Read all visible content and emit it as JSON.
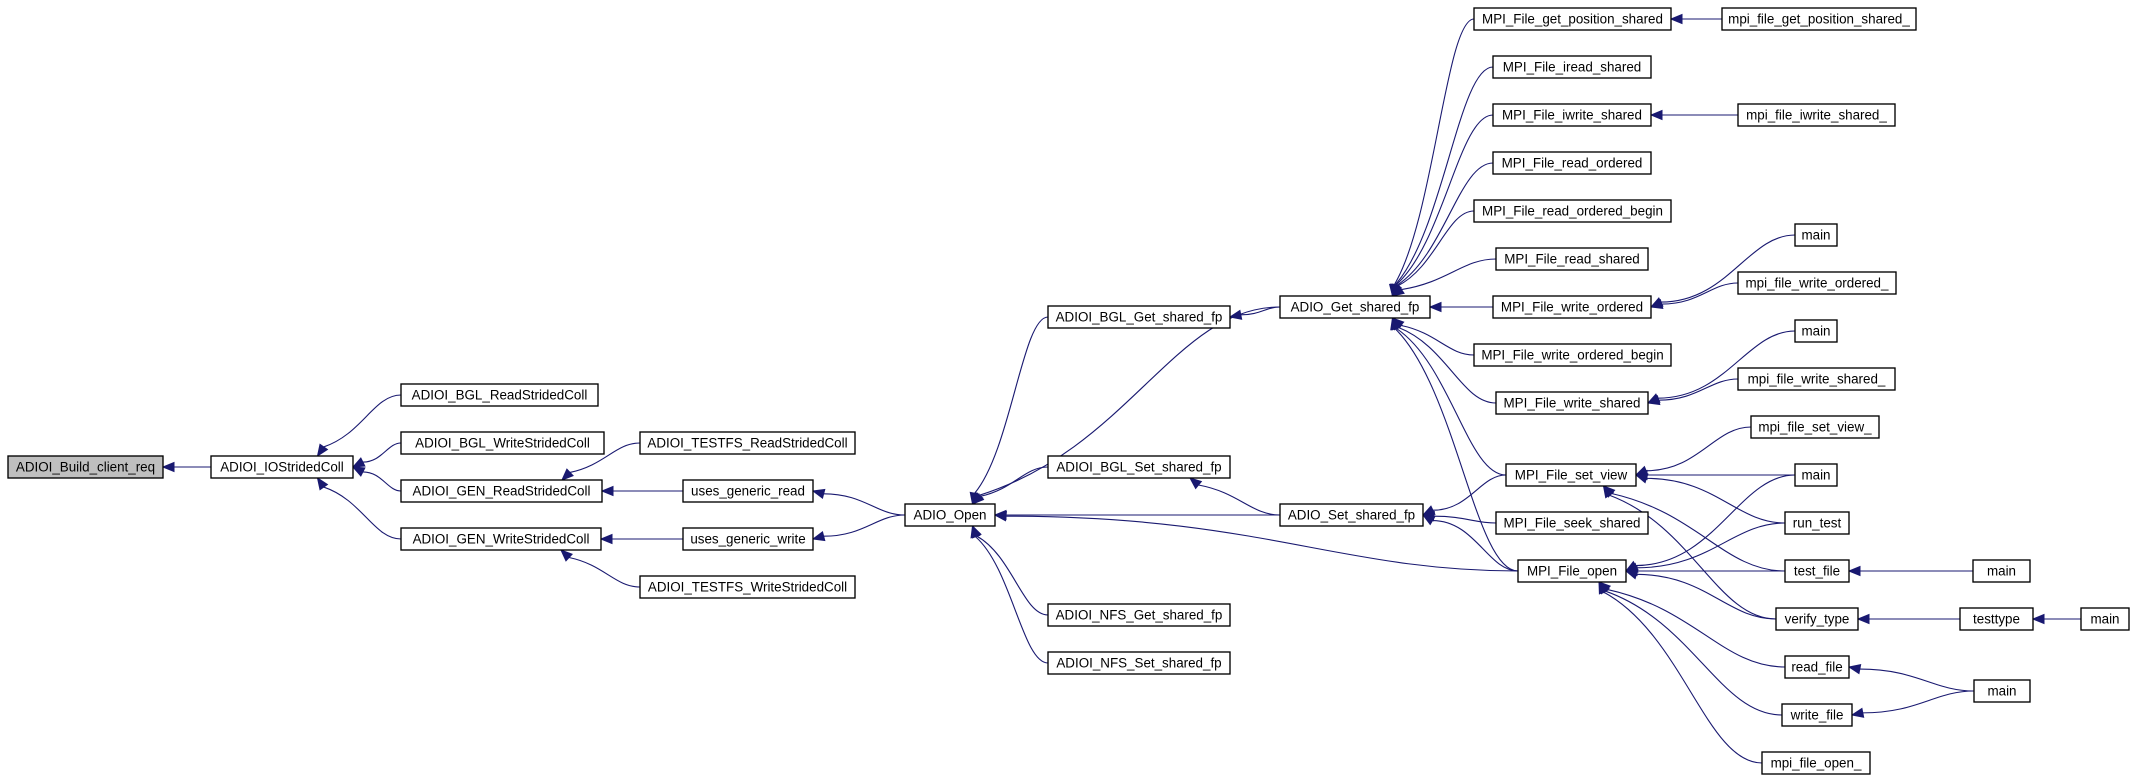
{
  "nodes": {
    "build_client_req": "ADIOI_Build_client_req",
    "iostridedcoll": "ADIOI_IOStridedColl",
    "bgl_readstridedcoll": "ADIOI_BGL_ReadStridedColl",
    "bgl_writestridedcoll": "ADIOI_BGL_WriteStridedColl",
    "gen_readstridedcoll": "ADIOI_GEN_ReadStridedColl",
    "gen_writestridedcoll": "ADIOI_GEN_WriteStridedColl",
    "testfs_readstridedcoll": "ADIOI_TESTFS_ReadStridedColl",
    "testfs_writestridedcoll": "ADIOI_TESTFS_WriteStridedColl",
    "uses_generic_read": "uses_generic_read",
    "uses_generic_write": "uses_generic_write",
    "adio_open": "ADIO_Open",
    "bgl_get_shared_fp": "ADIOI_BGL_Get_shared_fp",
    "bgl_set_shared_fp": "ADIOI_BGL_Set_shared_fp",
    "nfs_get_shared_fp": "ADIOI_NFS_Get_shared_fp",
    "nfs_set_shared_fp": "ADIOI_NFS_Set_shared_fp",
    "adio_get_shared_fp": "ADIO_Get_shared_fp",
    "adio_set_shared_fp": "ADIO_Set_shared_fp",
    "mpi_file_get_position_shared": "MPI_File_get_position_shared",
    "mpi_file_iread_shared": "MPI_File_iread_shared",
    "mpi_file_iwrite_shared": "MPI_File_iwrite_shared",
    "mpi_file_read_ordered": "MPI_File_read_ordered",
    "mpi_file_read_ordered_begin": "MPI_File_read_ordered_begin",
    "mpi_file_read_shared": "MPI_File_read_shared",
    "mpi_file_write_ordered": "MPI_File_write_ordered",
    "mpi_file_write_ordered_begin": "MPI_File_write_ordered_begin",
    "mpi_file_write_shared": "MPI_File_write_shared",
    "mpi_file_set_view": "MPI_File_set_view",
    "mpi_file_seek_shared": "MPI_File_seek_shared",
    "mpi_file_open": "MPI_File_open",
    "f_get_position_shared": "mpi_file_get_position_shared_",
    "f_iwrite_shared": "mpi_file_iwrite_shared_",
    "main_1": "main",
    "f_write_ordered": "mpi_file_write_ordered_",
    "main_2": "main",
    "f_write_shared": "mpi_file_write_shared_",
    "f_set_view": "mpi_file_set_view_",
    "main_3": "main",
    "run_test": "run_test",
    "test_file": "test_file",
    "verify_type": "verify_type",
    "read_file": "read_file",
    "write_file": "write_file",
    "f_open": "mpi_file_open_",
    "main_4": "main",
    "testtype": "testtype",
    "main_5": "main",
    "main_6": "main"
  },
  "edges": [
    [
      "iostridedcoll",
      "build_client_req"
    ],
    [
      "bgl_readstridedcoll",
      "iostridedcoll"
    ],
    [
      "bgl_writestridedcoll",
      "iostridedcoll"
    ],
    [
      "gen_readstridedcoll",
      "iostridedcoll"
    ],
    [
      "gen_writestridedcoll",
      "iostridedcoll"
    ],
    [
      "testfs_readstridedcoll",
      "gen_readstridedcoll"
    ],
    [
      "uses_generic_read",
      "gen_readstridedcoll"
    ],
    [
      "uses_generic_write",
      "gen_writestridedcoll"
    ],
    [
      "testfs_writestridedcoll",
      "gen_writestridedcoll"
    ],
    [
      "adio_open",
      "uses_generic_read"
    ],
    [
      "adio_open",
      "uses_generic_write"
    ],
    [
      "bgl_get_shared_fp",
      "adio_open"
    ],
    [
      "adio_get_shared_fp",
      "adio_open"
    ],
    [
      "bgl_set_shared_fp",
      "adio_open"
    ],
    [
      "adio_set_shared_fp",
      "adio_open"
    ],
    [
      "mpi_file_open",
      "adio_open"
    ],
    [
      "nfs_get_shared_fp",
      "adio_open"
    ],
    [
      "nfs_set_shared_fp",
      "adio_open"
    ],
    [
      "adio_get_shared_fp",
      "bgl_get_shared_fp"
    ],
    [
      "adio_set_shared_fp",
      "bgl_set_shared_fp"
    ],
    [
      "mpi_file_get_position_shared",
      "adio_get_shared_fp"
    ],
    [
      "mpi_file_iread_shared",
      "adio_get_shared_fp"
    ],
    [
      "mpi_file_iwrite_shared",
      "adio_get_shared_fp"
    ],
    [
      "mpi_file_read_ordered",
      "adio_get_shared_fp"
    ],
    [
      "mpi_file_read_ordered_begin",
      "adio_get_shared_fp"
    ],
    [
      "mpi_file_read_shared",
      "adio_get_shared_fp"
    ],
    [
      "mpi_file_write_ordered",
      "adio_get_shared_fp"
    ],
    [
      "mpi_file_write_ordered_begin",
      "adio_get_shared_fp"
    ],
    [
      "mpi_file_write_shared",
      "adio_get_shared_fp"
    ],
    [
      "mpi_file_set_view",
      "adio_get_shared_fp"
    ],
    [
      "mpi_file_open",
      "adio_get_shared_fp"
    ],
    [
      "mpi_file_set_view",
      "adio_set_shared_fp"
    ],
    [
      "mpi_file_seek_shared",
      "adio_set_shared_fp"
    ],
    [
      "mpi_file_open",
      "adio_set_shared_fp"
    ],
    [
      "f_get_position_shared",
      "mpi_file_get_position_shared"
    ],
    [
      "f_iwrite_shared",
      "mpi_file_iwrite_shared"
    ],
    [
      "main_1",
      "mpi_file_write_ordered"
    ],
    [
      "f_write_ordered",
      "mpi_file_write_ordered"
    ],
    [
      "main_2",
      "mpi_file_write_shared"
    ],
    [
      "f_write_shared",
      "mpi_file_write_shared"
    ],
    [
      "f_set_view",
      "mpi_file_set_view"
    ],
    [
      "main_3",
      "mpi_file_set_view"
    ],
    [
      "run_test",
      "mpi_file_set_view"
    ],
    [
      "test_file",
      "mpi_file_set_view"
    ],
    [
      "verify_type",
      "mpi_file_set_view"
    ],
    [
      "main_3",
      "mpi_file_open"
    ],
    [
      "run_test",
      "mpi_file_open"
    ],
    [
      "test_file",
      "mpi_file_open"
    ],
    [
      "verify_type",
      "mpi_file_open"
    ],
    [
      "read_file",
      "mpi_file_open"
    ],
    [
      "write_file",
      "mpi_file_open"
    ],
    [
      "f_open",
      "mpi_file_open"
    ],
    [
      "main_4",
      "test_file"
    ],
    [
      "testtype",
      "verify_type"
    ],
    [
      "main_5",
      "testtype"
    ],
    [
      "main_6",
      "read_file"
    ],
    [
      "main_6",
      "write_file"
    ]
  ]
}
